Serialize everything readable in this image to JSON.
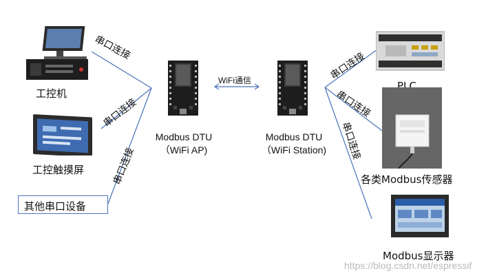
{
  "left_devices": {
    "ipc": "工控机",
    "touch_screen": "工控触摸屏",
    "other_serial": "其他串口设备"
  },
  "right_devices": {
    "plc": "PLC",
    "sensor": "各类Modbus传感器",
    "display": "Modbus显示器"
  },
  "links": {
    "serial": "串口连接",
    "wifi": "WiFi通信"
  },
  "dtu_ap": {
    "line1": "Modbus DTU",
    "line2": "（WiFi AP)"
  },
  "dtu_station": {
    "line1": "Modbus DTU",
    "line2": "（WiFi Station)"
  },
  "watermark": "https://blog.csdn.net/espressif",
  "colors": {
    "wire": "#4a72b8",
    "board": "#1d1d1d",
    "screen": "#2a5ea8"
  }
}
